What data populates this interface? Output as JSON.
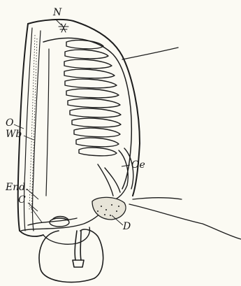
{
  "labels": {
    "N": "N",
    "O": "O",
    "Wb": "Wb",
    "Oe": "Oe",
    "End": "End.",
    "C": "C",
    "D": "D"
  },
  "colors": {
    "background": "#fbfaf3",
    "ink": "#1c1c1c"
  }
}
